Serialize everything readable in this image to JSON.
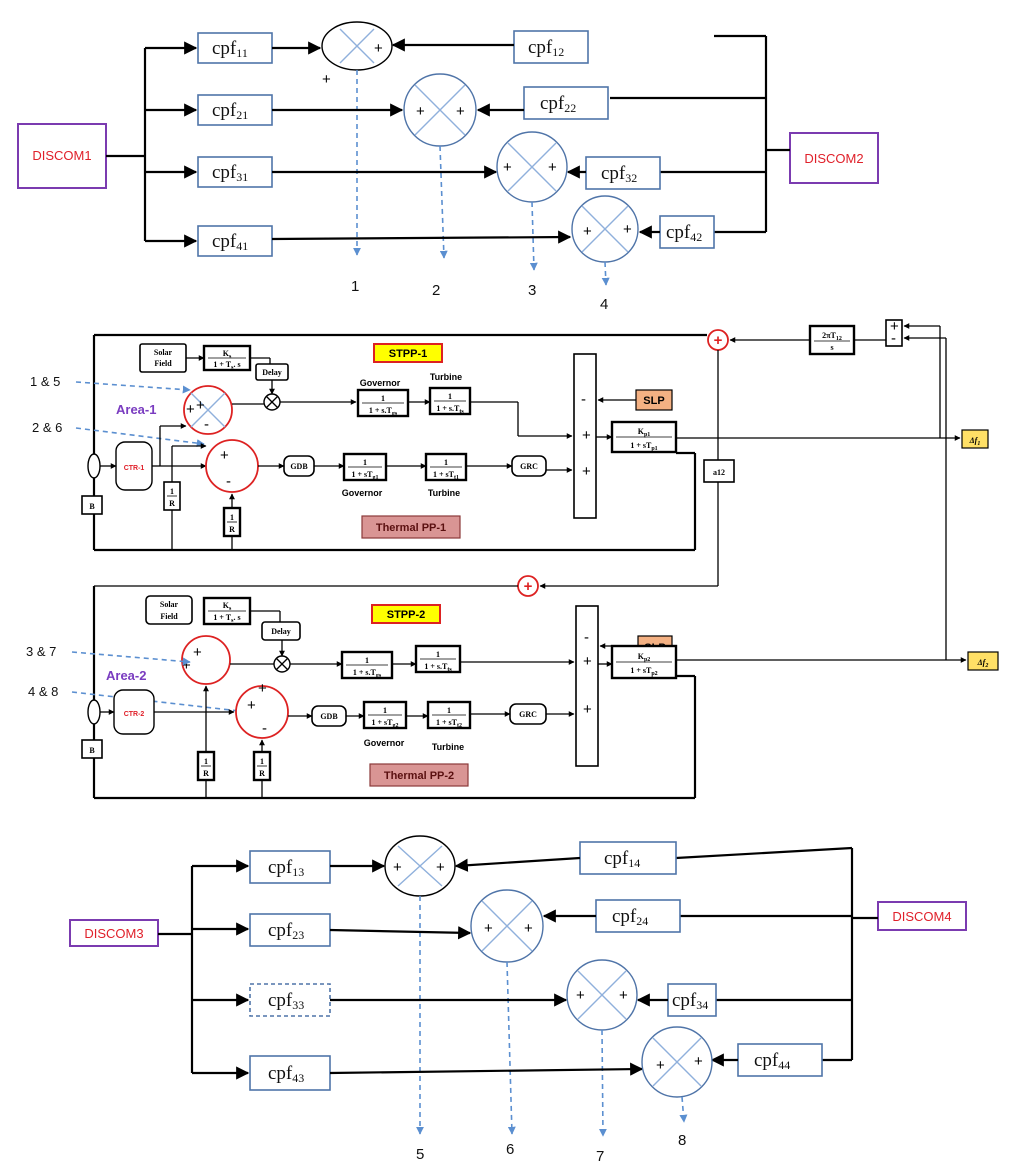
{
  "top_panel": {
    "discom_left": "DISCOM1",
    "discom_right": "DISCOM2",
    "cpf_left": [
      {
        "base": "cpf",
        "sub": "11"
      },
      {
        "base": "cpf",
        "sub": "21"
      },
      {
        "base": "cpf",
        "sub": "31"
      },
      {
        "base": "cpf",
        "sub": "41"
      }
    ],
    "cpf_right": [
      {
        "base": "cpf",
        "sub": "12"
      },
      {
        "base": "cpf",
        "sub": "22"
      },
      {
        "base": "cpf",
        "sub": "32"
      },
      {
        "base": "cpf",
        "sub": "42"
      }
    ],
    "outputs": [
      "1",
      "2",
      "3",
      "4"
    ]
  },
  "bottom_panel": {
    "discom_left": "DISCOM3",
    "discom_right": "DISCOM4",
    "cpf_left": [
      {
        "base": "cpf",
        "sub": "13"
      },
      {
        "base": "cpf",
        "sub": "23"
      },
      {
        "base": "cpf",
        "sub": "33"
      },
      {
        "base": "cpf",
        "sub": "43"
      }
    ],
    "cpf_right": [
      {
        "base": "cpf",
        "sub": "14"
      },
      {
        "base": "cpf",
        "sub": "24"
      },
      {
        "base": "cpf",
        "sub": "34"
      },
      {
        "base": "cpf",
        "sub": "44"
      }
    ],
    "outputs": [
      "5",
      "6",
      "7",
      "8"
    ]
  },
  "sign_plus": "+",
  "sign_minus": "-",
  "area1": {
    "area_label": "Area-1",
    "input_a": "1 & 5",
    "input_b": "2 & 6",
    "solar_field": [
      "Solar",
      "Field"
    ],
    "solar_tf": {
      "num": "K",
      "num_sub": "s",
      "den": "1 + T",
      "den_sub": "s",
      "den_tail": ". s"
    },
    "delay": "Delay",
    "stpp": "STPP-1",
    "gov_label_top": "Governor",
    "turb_label_top": "Turbine",
    "gov_label_bottom": "Governor",
    "turb_label_bottom": "Turbine",
    "ctr": "CTR-1",
    "b_block": "B",
    "gdb": "GDB",
    "grc": "GRC",
    "slp": "SLP",
    "thermal": "Thermal PP-1",
    "tf_one": "1",
    "tf_gov_s": {
      "den": "1 + s.T",
      "sub": "gs"
    },
    "tf_turb_s": {
      "den": "1 + s.T",
      "sub": "ts"
    },
    "tf_gov_t": {
      "den": "1 + sT",
      "sub": "g1"
    },
    "tf_turb_t": {
      "den": "1 + sT",
      "sub": "t1"
    },
    "r_block": {
      "num": "1",
      "den": "R"
    },
    "power_system": {
      "num": "K",
      "num_sub": "p1",
      "den": "1 + sT",
      "den_sub": "p1"
    },
    "df": {
      "sym": "Δf",
      "sub": "1"
    }
  },
  "area2": {
    "area_label": "Area-2",
    "input_a": "3 & 7",
    "input_b": "4 & 8",
    "solar_field": [
      "Solar",
      "Field"
    ],
    "solar_tf": {
      "num": "K",
      "num_sub": "s",
      "den": "1 + T",
      "den_sub": "s",
      "den_tail": ". s"
    },
    "delay": "Delay",
    "stpp": "STPP-2",
    "gov_label_bottom": "Governor",
    "turb_label_bottom": "Turbine",
    "ctr": "CTR-2",
    "b_block": "B",
    "gdb": "GDB",
    "grc": "GRC",
    "slp": "SLP",
    "thermal": "Thermal PP-2",
    "tf_one": "1",
    "tf_gov_s": {
      "den": "1 + s.T",
      "sub": "gs"
    },
    "tf_turb_s": {
      "den": "1 + s.T",
      "sub": "ts"
    },
    "tf_gov_t": {
      "den": "1 + sT",
      "sub": "g2"
    },
    "tf_turb_t": {
      "den": "1 + sT",
      "sub": "t2"
    },
    "r_block": {
      "num": "1",
      "den": "R"
    },
    "power_system": {
      "num": "K",
      "num_sub": "p2",
      "den": "1 + sT",
      "den_sub": "p2"
    },
    "df": {
      "sym": "Δf",
      "sub": "2"
    }
  },
  "tie": {
    "tf": {
      "num": "2πT",
      "num_sub": "12",
      "den": "s"
    },
    "a12": "a12"
  }
}
